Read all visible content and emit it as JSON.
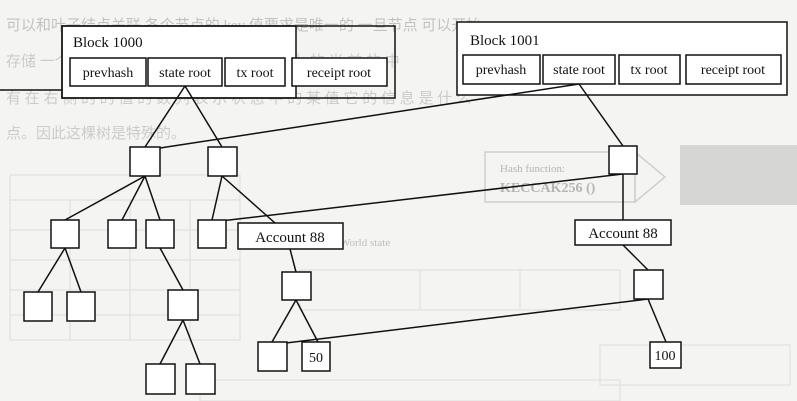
{
  "colors": {
    "ink": "#111111",
    "paper": "#f4f4f2",
    "box_fill": "#ffffff",
    "ghost_text": "#9a9a9a",
    "ghost_box": "#cfcfcf"
  },
  "blocks": [
    {
      "title": "Block 1000",
      "fields": [
        "prevhash",
        "state root",
        "tx root",
        "receipt root"
      ]
    },
    {
      "title": "Block 1001",
      "fields": [
        "prevhash",
        "state root",
        "tx root",
        "receipt root"
      ]
    }
  ],
  "accounts": [
    {
      "label": "Account 88",
      "value": "50"
    },
    {
      "label": "Account 88",
      "value": "100"
    }
  ],
  "background_ghost": {
    "lines": [
      "可以和叶子结点关联 各个节点的 key 值要求是唯一的 一旦节点 可以开始",
      "存储 一个点 一旦 结点节 一部分 数据 或 者 上 的 当 前 的 中",
      "有 在 右 侧 的 的 值 的 数 列 表 示 状 态 中 的 某 值 它 的 信 息 是 什 么",
      "点。因此这棵树是特殊的。"
    ],
    "hash_function_label": "Hash function:",
    "keccak_label": "KECCAK256 ()",
    "world_state_label": "World state"
  }
}
